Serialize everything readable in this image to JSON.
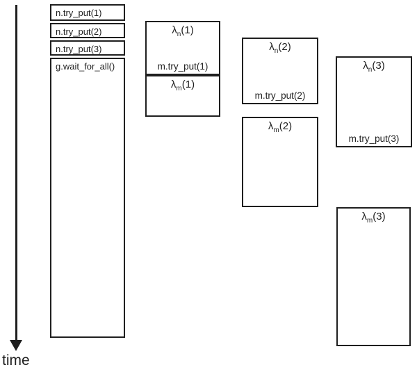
{
  "diagram": {
    "background_color": "#ffffff",
    "line_color": "#1f1f1f",
    "text_color": "#1f1f1f",
    "time_axis": {
      "label": "time",
      "direction": "down"
    },
    "columns": [
      {
        "name": "caller-thread",
        "boxes": [
          {
            "label": "n.try_put(1)"
          },
          {
            "label": "n.try_put(2)"
          },
          {
            "label": "n.try_put(3)"
          },
          {
            "label": "g.wait_for_all()"
          }
        ]
      },
      {
        "name": "task-1",
        "boxes": [
          {
            "lambda": {
              "base": "λ",
              "sub": "n",
              "args": "(1)"
            },
            "call": "m.try_put(1)"
          },
          {
            "lambda": {
              "base": "λ",
              "sub": "m",
              "args": "(1)"
            }
          }
        ]
      },
      {
        "name": "task-2",
        "boxes": [
          {
            "lambda": {
              "base": "λ",
              "sub": "n",
              "args": "(2)"
            },
            "call": "m.try_put(2)"
          },
          {
            "lambda": {
              "base": "λ",
              "sub": "m",
              "args": "(2)"
            }
          }
        ]
      },
      {
        "name": "task-3",
        "boxes": [
          {
            "lambda": {
              "base": "λ",
              "sub": "n",
              "args": "(3)"
            },
            "call": "m.try_put(3)"
          },
          {
            "lambda": {
              "base": "λ",
              "sub": "m",
              "args": "(3)"
            }
          }
        ]
      }
    ]
  }
}
